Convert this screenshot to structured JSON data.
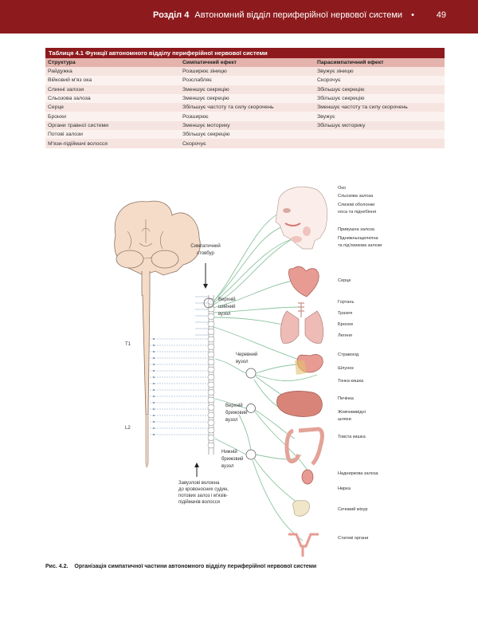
{
  "header": {
    "chapter": "Розділ 4",
    "title": "Автономний відділ периферійної нервової системи",
    "page_number": "49"
  },
  "table": {
    "title": "Таблиця 4.1 Функції автономного відділу периферійної нервової системи",
    "columns": [
      "Структура",
      "Симпатичний ефект",
      "Парасимпатичний ефект"
    ],
    "rows": [
      [
        "Райдужка",
        "Розширює зіницю",
        "Звужує зіницю"
      ],
      [
        "Війковий м'яз ока",
        "Розслабляє",
        "Скорочує"
      ],
      [
        "Слинні залози",
        "Зменшує секрецію",
        "Збільшує секрецію"
      ],
      [
        "Сльозова залоза",
        "Зменшує секрецію",
        "Збільшує секрецію"
      ],
      [
        "Серце",
        "Збільшує частоту та силу скорочень",
        "Зменшує частоту та силу скорочень"
      ],
      [
        "Бронхи",
        "Розширює",
        "Звужує"
      ],
      [
        "Органи травної системи",
        "Зменшує моторику",
        "Збільшує моторику"
      ],
      [
        "Потові залози",
        "Збільшує секрецію",
        ""
      ],
      [
        "М'язи-підіймачі волосся",
        "Скорочує",
        ""
      ]
    ]
  },
  "figure": {
    "labels": {
      "sympathetic_trunk": [
        "Симпатичний",
        "стовбур"
      ],
      "superior_cervical": [
        "Верхній",
        "шийний",
        "вузол"
      ],
      "celiac": [
        "Черевний",
        "вузол"
      ],
      "superior_mesenteric": [
        "Верхній",
        "брижовий",
        "вузол"
      ],
      "inferior_mesenteric": [
        "Нижній",
        "брижовий",
        "вузол"
      ],
      "t1": "T1",
      "l2": "L2",
      "postganglionic": [
        "Завузлові волокна",
        "до кровоносних судин,",
        "потових залоз і м'язів-",
        "підіймачів волосся"
      ]
    },
    "organs": {
      "eye": "Око",
      "lacrimal": "Сльозова залоза",
      "mucosa": [
        "Слизові оболонки",
        "носа та піднебіння"
      ],
      "parotid": "Привушна залоза",
      "submandibular": [
        "Піднижньощелепна",
        "та під'язикова залози"
      ],
      "heart": "Серце",
      "larynx": "Гортань",
      "trachea": "Трахея",
      "bronchi": "Бронхи",
      "lungs": "Легеня",
      "esophagus": "Стравохід",
      "stomach": "Шлунок",
      "small_intestine": "Тонка кишка",
      "liver": "Печінка",
      "bile": [
        "Жовчовивідні",
        "шляхи"
      ],
      "colon": "Товста кишка",
      "adrenal": "Надниркова залоза",
      "kidney": "Нирка",
      "bladder": "Сечовий міхур",
      "genitals": "Статеві органи"
    },
    "colors": {
      "nerve": "#8cc4a0",
      "brain": "#f5dcc8",
      "organ": "#e9a9a0",
      "header": "#8d1a1d"
    }
  },
  "caption": {
    "label": "Рис. 4.2.",
    "text": "Організація симпатичної частини автономного відділу периферійної нервової системи"
  }
}
